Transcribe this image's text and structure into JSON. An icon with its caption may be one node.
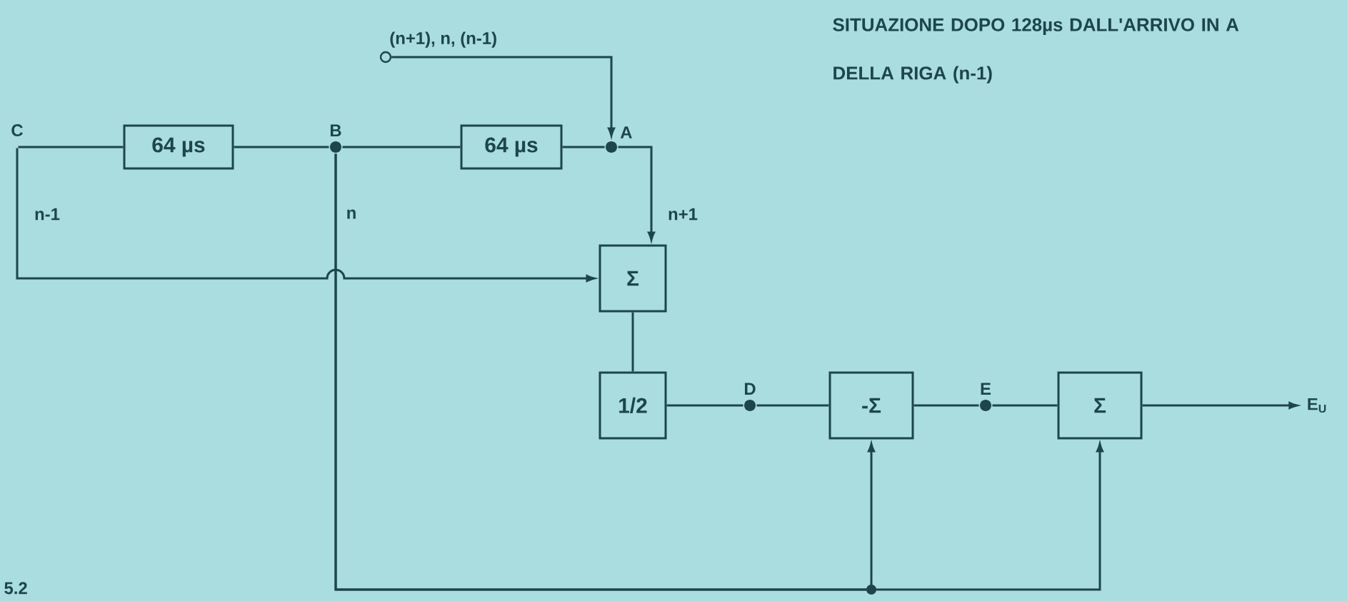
{
  "diagram": {
    "nodes": [
      {
        "text": [
          "(n+1), n, (n-1)"
        ]
      },
      {
        "text": [
          "A"
        ]
      },
      {
        "text": [
          "64 µs"
        ]
      },
      {
        "text": [
          "B"
        ]
      },
      {
        "text": [
          "64 µs"
        ]
      },
      {
        "text": [
          "C"
        ]
      },
      {
        "text": [
          "Σ"
        ]
      },
      {
        "text": [
          "1/2"
        ]
      },
      {
        "text": [
          "D"
        ]
      },
      {
        "text": [
          "-Σ"
        ]
      },
      {
        "text": [
          "E"
        ]
      },
      {
        "text": [
          "Σ"
        ]
      },
      {
        "text": [
          "E$_{U}$"
        ]
      }
    ],
    "edges": [
      {
        "from": 0,
        "to": 1,
        "arrow": "to"
      },
      {
        "from": 1,
        "to": 2,
        "arrow": "none"
      },
      {
        "from": 2,
        "to": 3,
        "arrow": "none"
      },
      {
        "from": 3,
        "to": 4,
        "arrow": "none"
      },
      {
        "from": 4,
        "to": 5,
        "arrow": "none"
      },
      {
        "from": 1,
        "to": 6,
        "arrow": "to",
        "label": "n+1"
      },
      {
        "from": 5,
        "to": 6,
        "arrow": "to",
        "label": "n-1"
      },
      {
        "from": 3,
        "to": 9,
        "arrow": "to",
        "label": "n"
      },
      {
        "from": 3,
        "to": 11,
        "arrow": "to"
      },
      {
        "from": 6,
        "to": 7,
        "arrow": "none"
      },
      {
        "from": 7,
        "to": 8,
        "arrow": "none"
      },
      {
        "from": 8,
        "to": 9,
        "arrow": "none"
      },
      {
        "from": 9,
        "to": 10,
        "arrow": "none"
      },
      {
        "from": 10,
        "to": 11,
        "arrow": "none"
      },
      {
        "from": 11,
        "to": 12,
        "arrow": "to"
      }
    ],
    "labels": [
      "SITUAZIONE DOPO 128µs DALL'ARRIVO IN A DELLA RIGA (n-1)",
      "5.2"
    ]
  }
}
